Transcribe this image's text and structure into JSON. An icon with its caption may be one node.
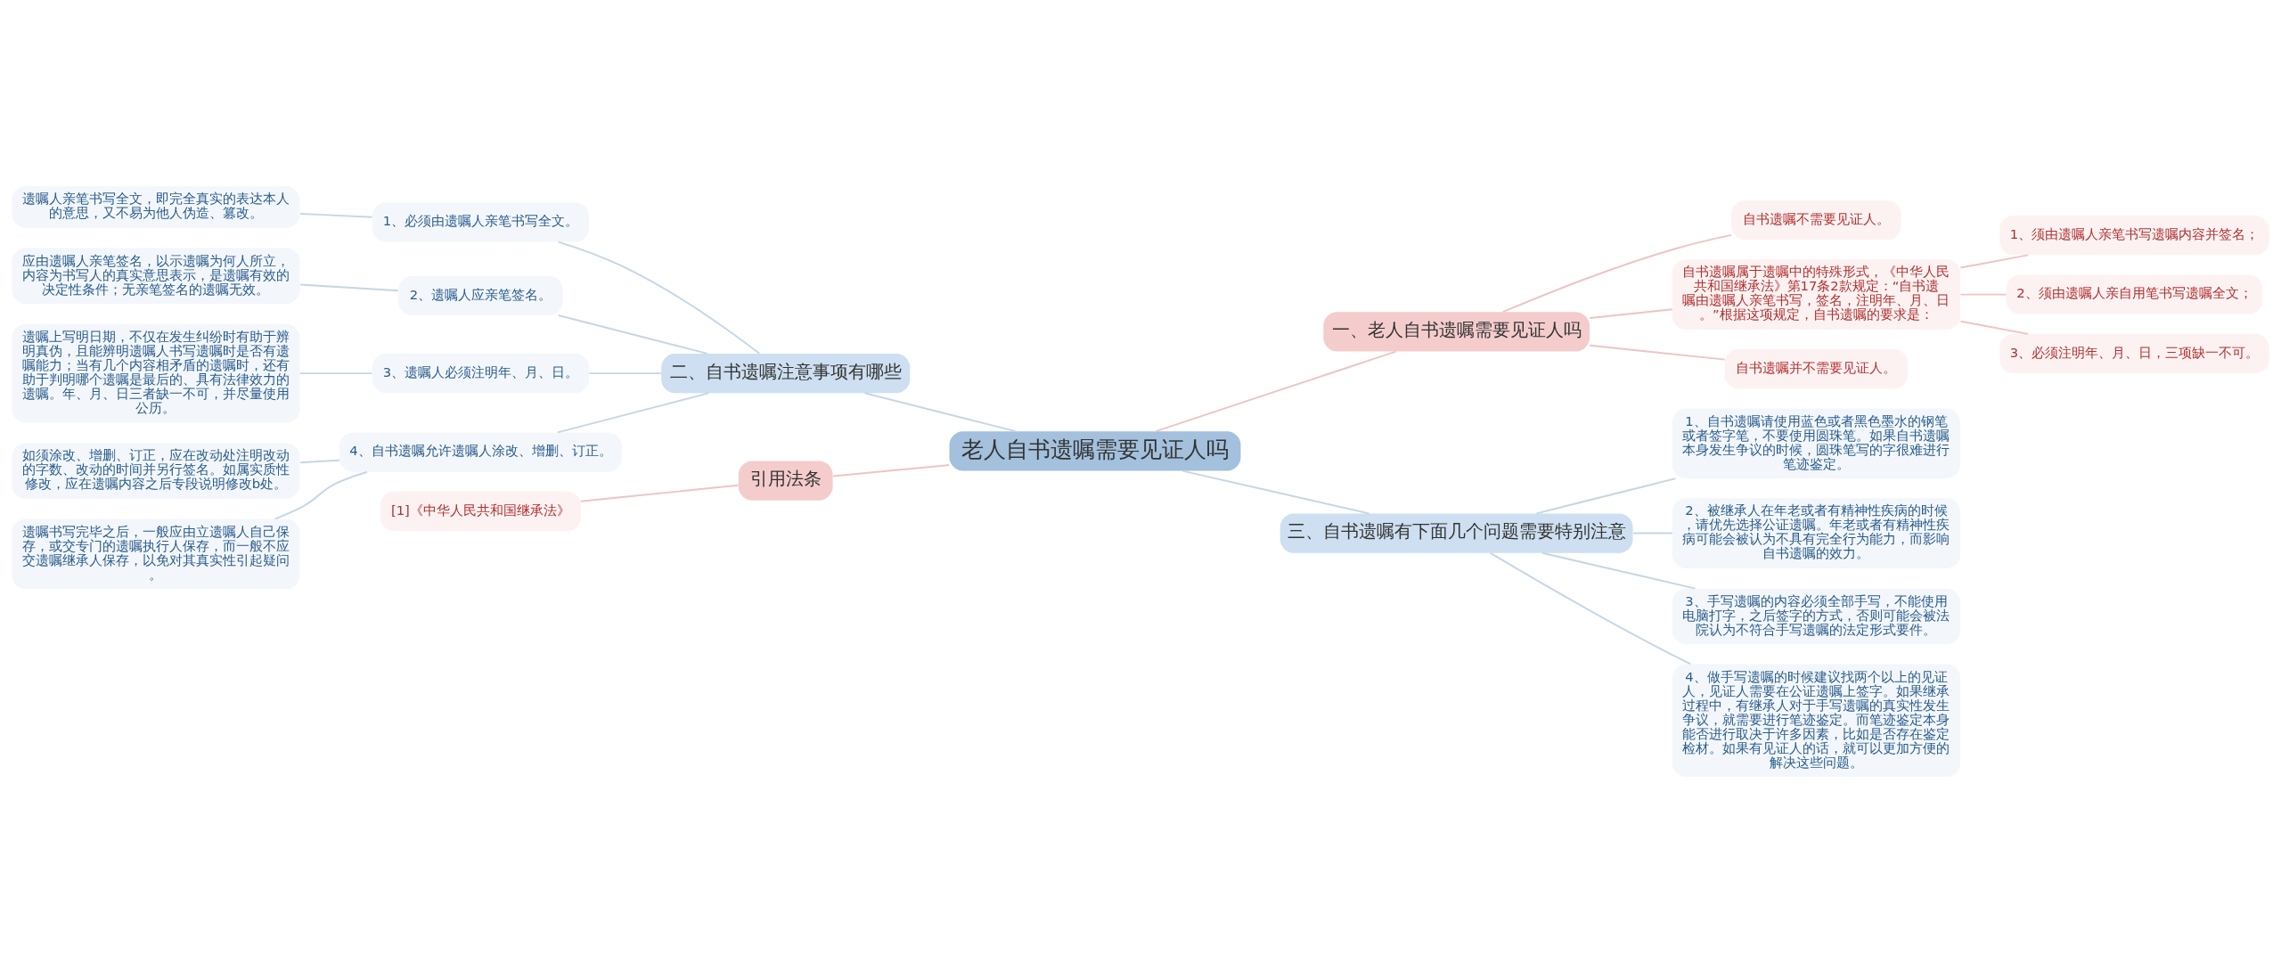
{
  "diagram": {
    "nodes": [
      {
        "text": [
          "老人自书遗嘱需要见证人吗"
        ]
      },
      {
        "text": [
          "一、老人自书遗嘱需要见证人吗"
        ]
      },
      {
        "text": [
          "自书遗嘱不需要见证人。"
        ]
      },
      {
        "text": [
          "自书遗嘱属于遗嘱中的特殊形式，《中华人民共和国继承法》第17条2款规定：“自书遗嘱由遗嘱人亲笔书写，签名，注明年、月、日。”根据这项规定，自书遗嘱的要求是："
        ]
      },
      {
        "text": [
          "1、须由遗嘱人亲笔书写遗嘱内容并签名；"
        ]
      },
      {
        "text": [
          "2、须由遗嘱人亲自用笔书写遗嘱全文；"
        ]
      },
      {
        "text": [
          "3、必须注明年、月、日，三项缺一不可。"
        ]
      },
      {
        "text": [
          "自书遗嘱并不需要见证人。"
        ]
      },
      {
        "text": [
          "二、自书遗嘱注意事项有哪些"
        ]
      },
      {
        "text": [
          "1、必须由遗嘱人亲笔书写全文。"
        ]
      },
      {
        "text": [
          "遗嘱人亲笔书写全文，即完全真实的表达本人的意思，又不易为他人伪造、篡改。"
        ]
      },
      {
        "text": [
          "2、遗嘱人应亲笔签名。"
        ]
      },
      {
        "text": [
          "应由遗嘱人亲笔签名，以示遗嘱为何人所立，内容为书写人的真实意思表示，是遗嘱有效的决定性条件；无亲笔签名的遗嘱无效。"
        ]
      },
      {
        "text": [
          "3、遗嘱人必须注明年、月、日。"
        ]
      },
      {
        "text": [
          "遗嘱上写明日期，不仅在发生纠纷时有助于辨明真伪，且能辨明遗嘱人书写遗嘱时是否有遗嘱能力；当有几个内容相矛盾的遗嘱时，还有助于判明哪个遗嘱是最后的、具有法律效力的遗嘱。年、月、日三者缺一不可，并尽量使用公历。"
        ]
      },
      {
        "text": [
          "4、自书遗嘱允许遗嘱人涂改、增删、订正。"
        ]
      },
      {
        "text": [
          "如须涂改、增删、订正，应在改动处注明改动的字数、改动的时间并另行签名。如属实质性修改，应在遗嘱内容之后专段说明修改b处。"
        ]
      },
      {
        "text": [
          "遗嘱书写完毕之后，一般应由立遗嘱人自己保存，或交专门的遗嘱执行人保存，而一般不应交遗嘱继承人保存，以免对其真实性引起疑问。"
        ]
      },
      {
        "text": [
          "三、自书遗嘱有下面几个问题需要特别注意"
        ]
      },
      {
        "text": [
          "1、自书遗嘱请使用蓝色或者黑色墨水的钢笔或者签字笔，不要使用圆珠笔。如果自书遗嘱本身发生争议的时候，圆珠笔写的字很难进行笔迹鉴定。"
        ]
      },
      {
        "text": [
          "2、被继承人在年老或者有精神性疾病的时候，请优先选择公证遗嘱。年老或者有精神性疾病可能会被认为不具有完全行为能力，而影响自书遗嘱的效力。"
        ]
      },
      {
        "text": [
          "3、手写遗嘱的内容必须全部手写，不能使用电脑打字，之后签字的方式，否则可能会被法院认为不符合手写遗嘱的法定形式要件。"
        ]
      },
      {
        "text": [
          "4、做手写遗嘱的时候建议找两个以上的见证人，见证人需要在公证遗嘱上签字。如果继承过程中，有继承人对于手写遗嘱的真实性发生争议，就需要进行笔迹鉴定。而笔迹鉴定本身能否进行取决于许多因素，比如是否存在鉴定检材。如果有见证人的话，就可以更加方便的解决这些问题。"
        ]
      },
      {
        "text": [
          "引用法条"
        ]
      },
      {
        "text": [
          "[1]《中华人民共和国继承法》"
        ]
      }
    ],
    "edges": [
      {
        "from": 0,
        "to": 1,
        "arrow": "none",
        "color": "#eec4c4"
      },
      {
        "from": 1,
        "to": 2,
        "arrow": "none",
        "color": "#eec4c4"
      },
      {
        "from": 1,
        "to": 3,
        "arrow": "none",
        "color": "#eec4c4"
      },
      {
        "from": 3,
        "to": 4,
        "arrow": "none",
        "color": "#eec4c4"
      },
      {
        "from": 3,
        "to": 5,
        "arrow": "none",
        "color": "#eec4c4"
      },
      {
        "from": 3,
        "to": 6,
        "arrow": "none",
        "color": "#eec4c4"
      },
      {
        "from": 1,
        "to": 7,
        "arrow": "none",
        "color": "#eec4c4"
      },
      {
        "from": 0,
        "to": 8,
        "arrow": "none"
      },
      {
        "from": 8,
        "to": 9,
        "arrow": "none"
      },
      {
        "from": 9,
        "to": 10,
        "arrow": "none"
      },
      {
        "from": 8,
        "to": 11,
        "arrow": "none"
      },
      {
        "from": 11,
        "to": 12,
        "arrow": "none"
      },
      {
        "from": 8,
        "to": 13,
        "arrow": "none"
      },
      {
        "from": 13,
        "to": 14,
        "arrow": "none"
      },
      {
        "from": 8,
        "to": 15,
        "arrow": "none"
      },
      {
        "from": 15,
        "to": 16,
        "arrow": "none"
      },
      {
        "from": 15,
        "to": 17,
        "arrow": "none"
      },
      {
        "from": 0,
        "to": 18,
        "arrow": "none"
      },
      {
        "from": 18,
        "to": 19,
        "arrow": "none"
      },
      {
        "from": 18,
        "to": 20,
        "arrow": "none"
      },
      {
        "from": 18,
        "to": 21,
        "arrow": "none"
      },
      {
        "from": 18,
        "to": 22,
        "arrow": "none"
      },
      {
        "from": 0,
        "to": 23,
        "arrow": "none",
        "color": "#eec4c4"
      },
      {
        "from": 23,
        "to": 24,
        "arrow": "none",
        "color": "#eec4c4"
      }
    ]
  }
}
